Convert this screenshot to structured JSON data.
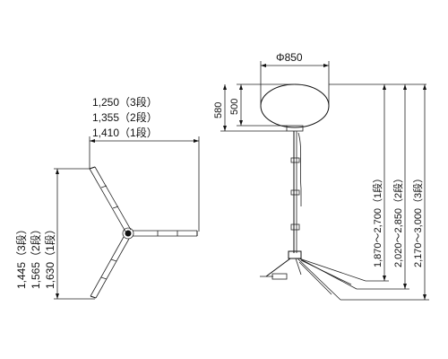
{
  "top_view": {
    "width_labels": [
      "1,250（3段）",
      "1,355（2段）",
      "1,410（1段）"
    ],
    "depth_labels": [
      "1,445（3段）",
      "1,565（2段）",
      "1,630（1段）"
    ]
  },
  "side_view": {
    "diameter_label": "Φ850",
    "balloon_height_label": "500",
    "head_height_label": "580",
    "height_labels": [
      "1,870〜2,700（1段）",
      "2,020〜2,850（2段）",
      "2,170〜3,000（3段）"
    ]
  }
}
